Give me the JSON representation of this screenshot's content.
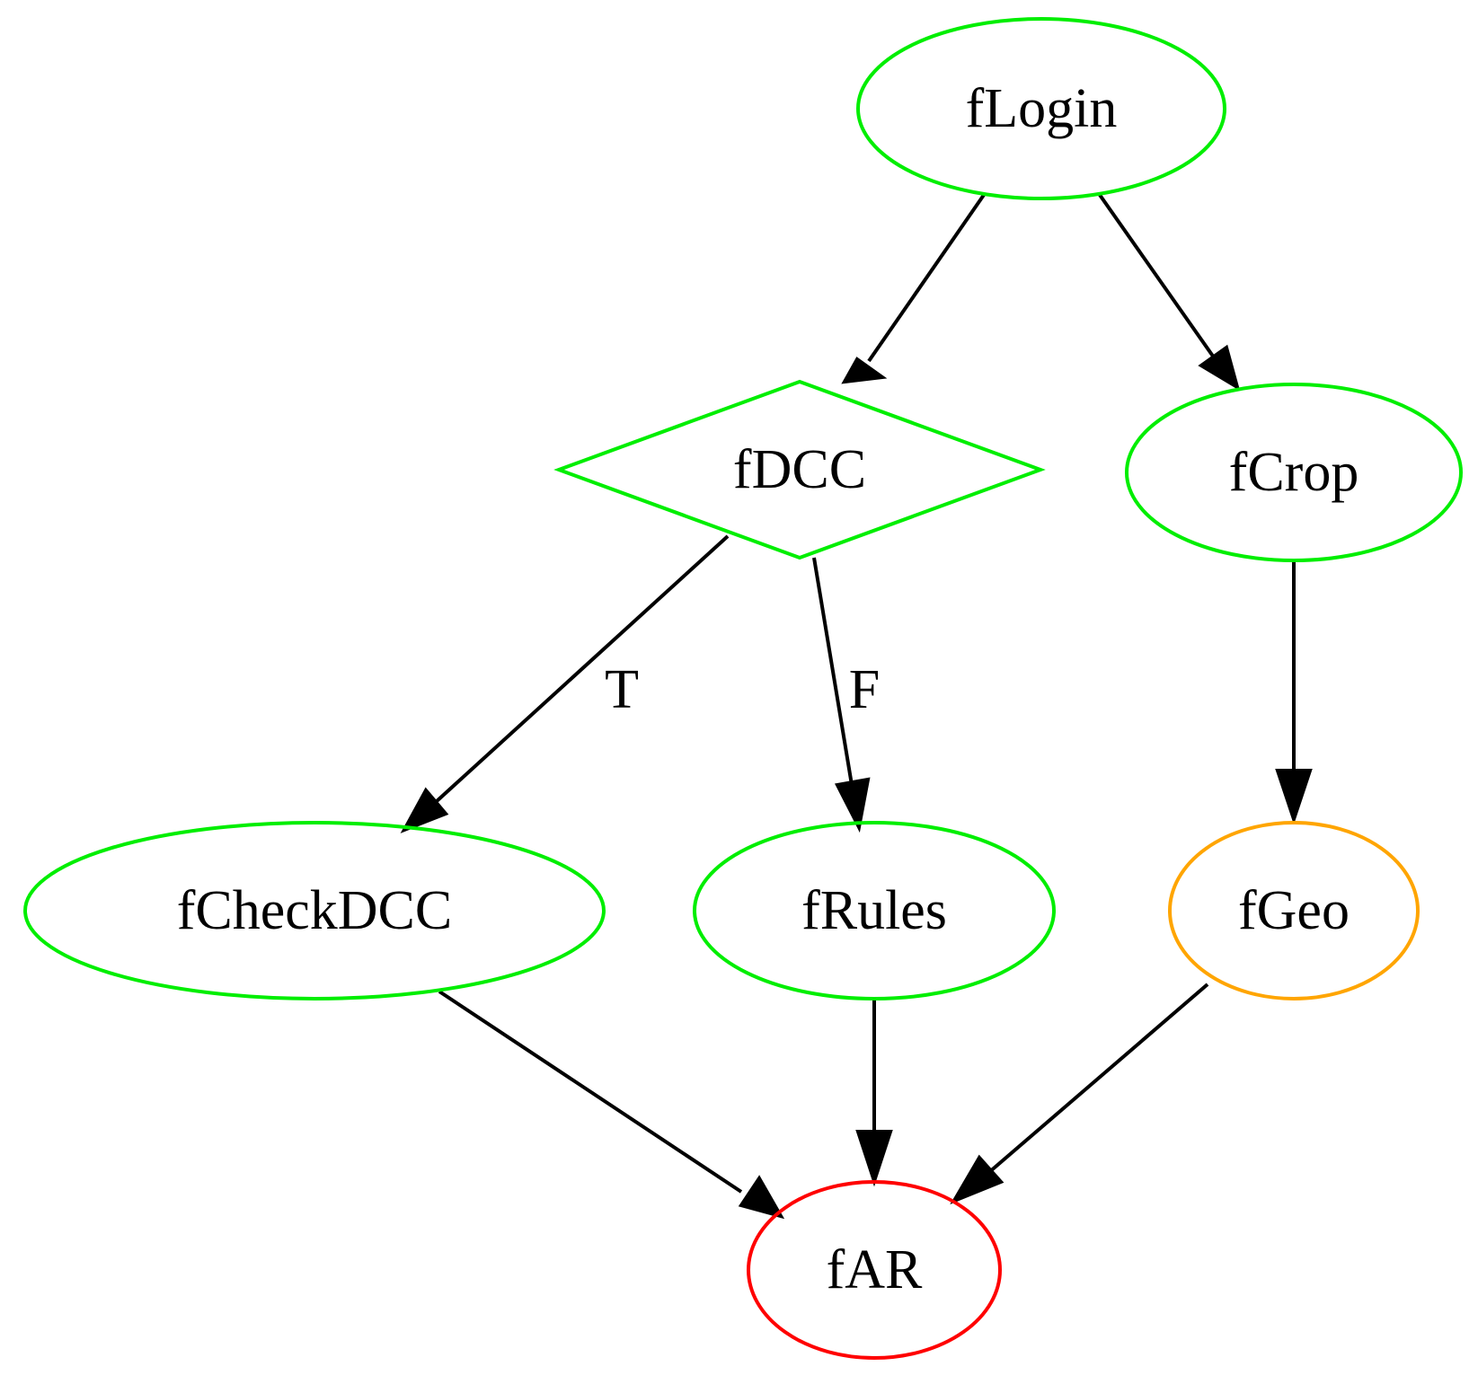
{
  "diagram": {
    "nodes": {
      "fLogin": {
        "label": "fLogin",
        "shape": "ellipse",
        "color": "#00ee00"
      },
      "fDCC": {
        "label": "fDCC",
        "shape": "diamond",
        "color": "#00ee00"
      },
      "fCrop": {
        "label": "fCrop",
        "shape": "ellipse",
        "color": "#00ee00"
      },
      "fCheckDCC": {
        "label": "fCheckDCC",
        "shape": "ellipse",
        "color": "#00ee00"
      },
      "fRules": {
        "label": "fRules",
        "shape": "ellipse",
        "color": "#00ee00"
      },
      "fGeo": {
        "label": "fGeo",
        "shape": "ellipse",
        "color": "#ffa500"
      },
      "fAR": {
        "label": "fAR",
        "shape": "ellipse",
        "color": "#ff0000"
      }
    },
    "edges": [
      {
        "from": "fLogin",
        "to": "fDCC",
        "label": ""
      },
      {
        "from": "fLogin",
        "to": "fCrop",
        "label": ""
      },
      {
        "from": "fDCC",
        "to": "fCheckDCC",
        "label": "T"
      },
      {
        "from": "fDCC",
        "to": "fRules",
        "label": "F"
      },
      {
        "from": "fCrop",
        "to": "fGeo",
        "label": ""
      },
      {
        "from": "fCheckDCC",
        "to": "fAR",
        "label": ""
      },
      {
        "from": "fRules",
        "to": "fAR",
        "label": ""
      },
      {
        "from": "fGeo",
        "to": "fAR",
        "label": ""
      }
    ]
  }
}
